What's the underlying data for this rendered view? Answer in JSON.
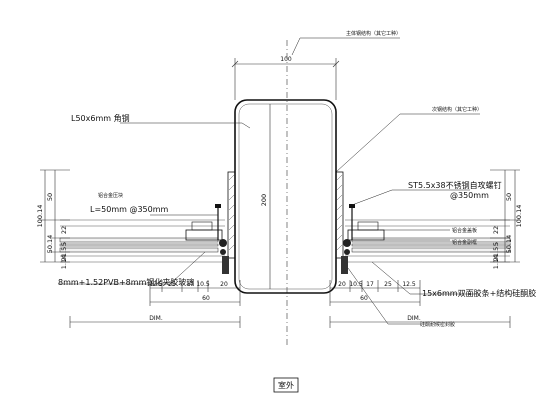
{
  "main_steel": "主体钢结构（其它工种）",
  "sub_steel": "次钢结构（其它工种）",
  "dim_tube_width": "100",
  "dim_tube_height": "200",
  "angle_label": "L50x6mm 角钢",
  "screw_label_1": "ST5.5x38不锈钢自攻螺钉",
  "screw_label_2": "@350mm",
  "clip_label_1": "铝合金压块",
  "clip_label_2": "L=50mm  @350mm",
  "alu_cover": "铝合金盖板",
  "alu_subframe": "铝合金副框",
  "glass_label": "8mm+1.52PVB+8mm钢化夹胶玻璃",
  "foam_label": "15x6mm双面胶条+结构硅酮胶",
  "sealant_label": "硅酮耐候密封胶",
  "left_dims": [
    "50",
    "100.14",
    "50.14",
    "22",
    "5",
    "21.5",
    "1.14"
  ],
  "right_dims": [
    "50",
    "100.14",
    "50.14",
    "22",
    "5",
    "21.5",
    "1.14"
  ],
  "bottom_left_dims": [
    "12.5",
    "25",
    "17",
    "10.5",
    "20",
    "60"
  ],
  "bottom_right_dims": [
    "20",
    "10.5",
    "17",
    "25",
    "12.5",
    "60"
  ],
  "dim_var_left": "DIM.",
  "dim_var_right": "DIM.",
  "exterior_label": "室外"
}
